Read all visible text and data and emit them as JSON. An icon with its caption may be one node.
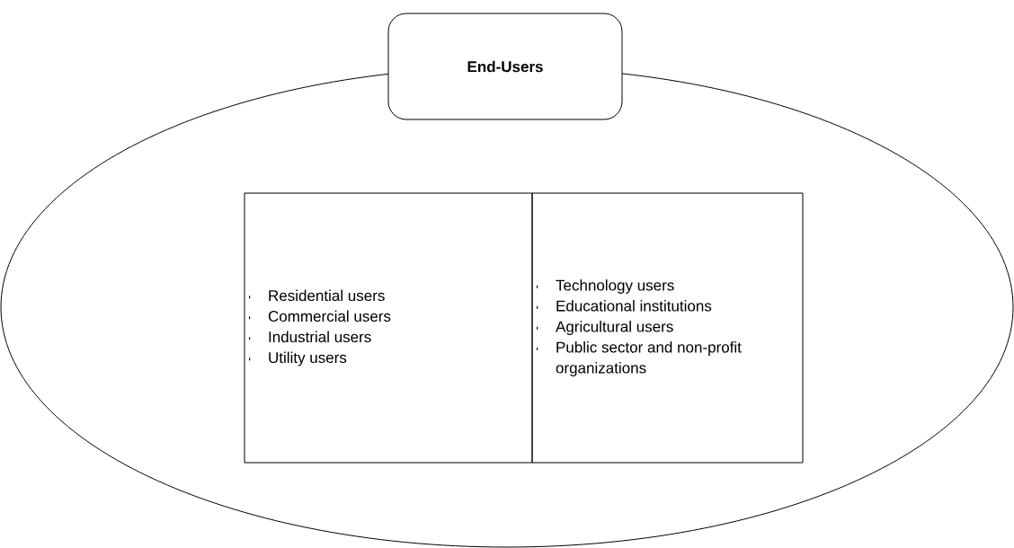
{
  "diagram": {
    "nodes": [
      {
        "text": [],
        "shape": "ellipse"
      },
      {
        "text": [
          "End-Users"
        ]
      },
      {
        "text": [
          "Residential users",
          "Commercial users",
          "Industrial users",
          "Utility users"
        ],
        "in": 0
      },
      {
        "text": [
          "Technology users",
          "Educational institutions",
          "Agricultural users",
          "Public sector and non-profit organizations"
        ],
        "in": 0
      }
    ]
  }
}
